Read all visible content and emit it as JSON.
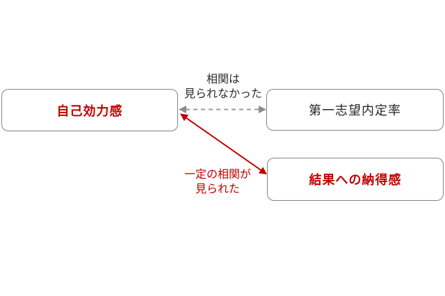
{
  "diagram": {
    "nodes": {
      "self_efficacy": {
        "label": "自己効力感",
        "emphasized": true
      },
      "first_choice_rate": {
        "label": "第一志望内定率",
        "emphasized": false
      },
      "result_satisfaction": {
        "label": "結果への納得感",
        "emphasized": true
      }
    },
    "edges": {
      "no_correlation": {
        "label_line1": "相関は",
        "label_line2": "見られなかった",
        "style": "dashed",
        "direction": "double-headed"
      },
      "correlation": {
        "label_line1": "一定の相関が",
        "label_line2": "見られた",
        "style": "solid",
        "direction": "double-headed"
      }
    },
    "colors": {
      "emphasis_red": "#c00000",
      "arrow_red": "#c00000",
      "dashed_line_gray": "#9a9a9a",
      "arrowhead_gray": "#8c8c8c",
      "box_border_gray": "#848484",
      "label_dark": "#2b2b2b"
    }
  }
}
